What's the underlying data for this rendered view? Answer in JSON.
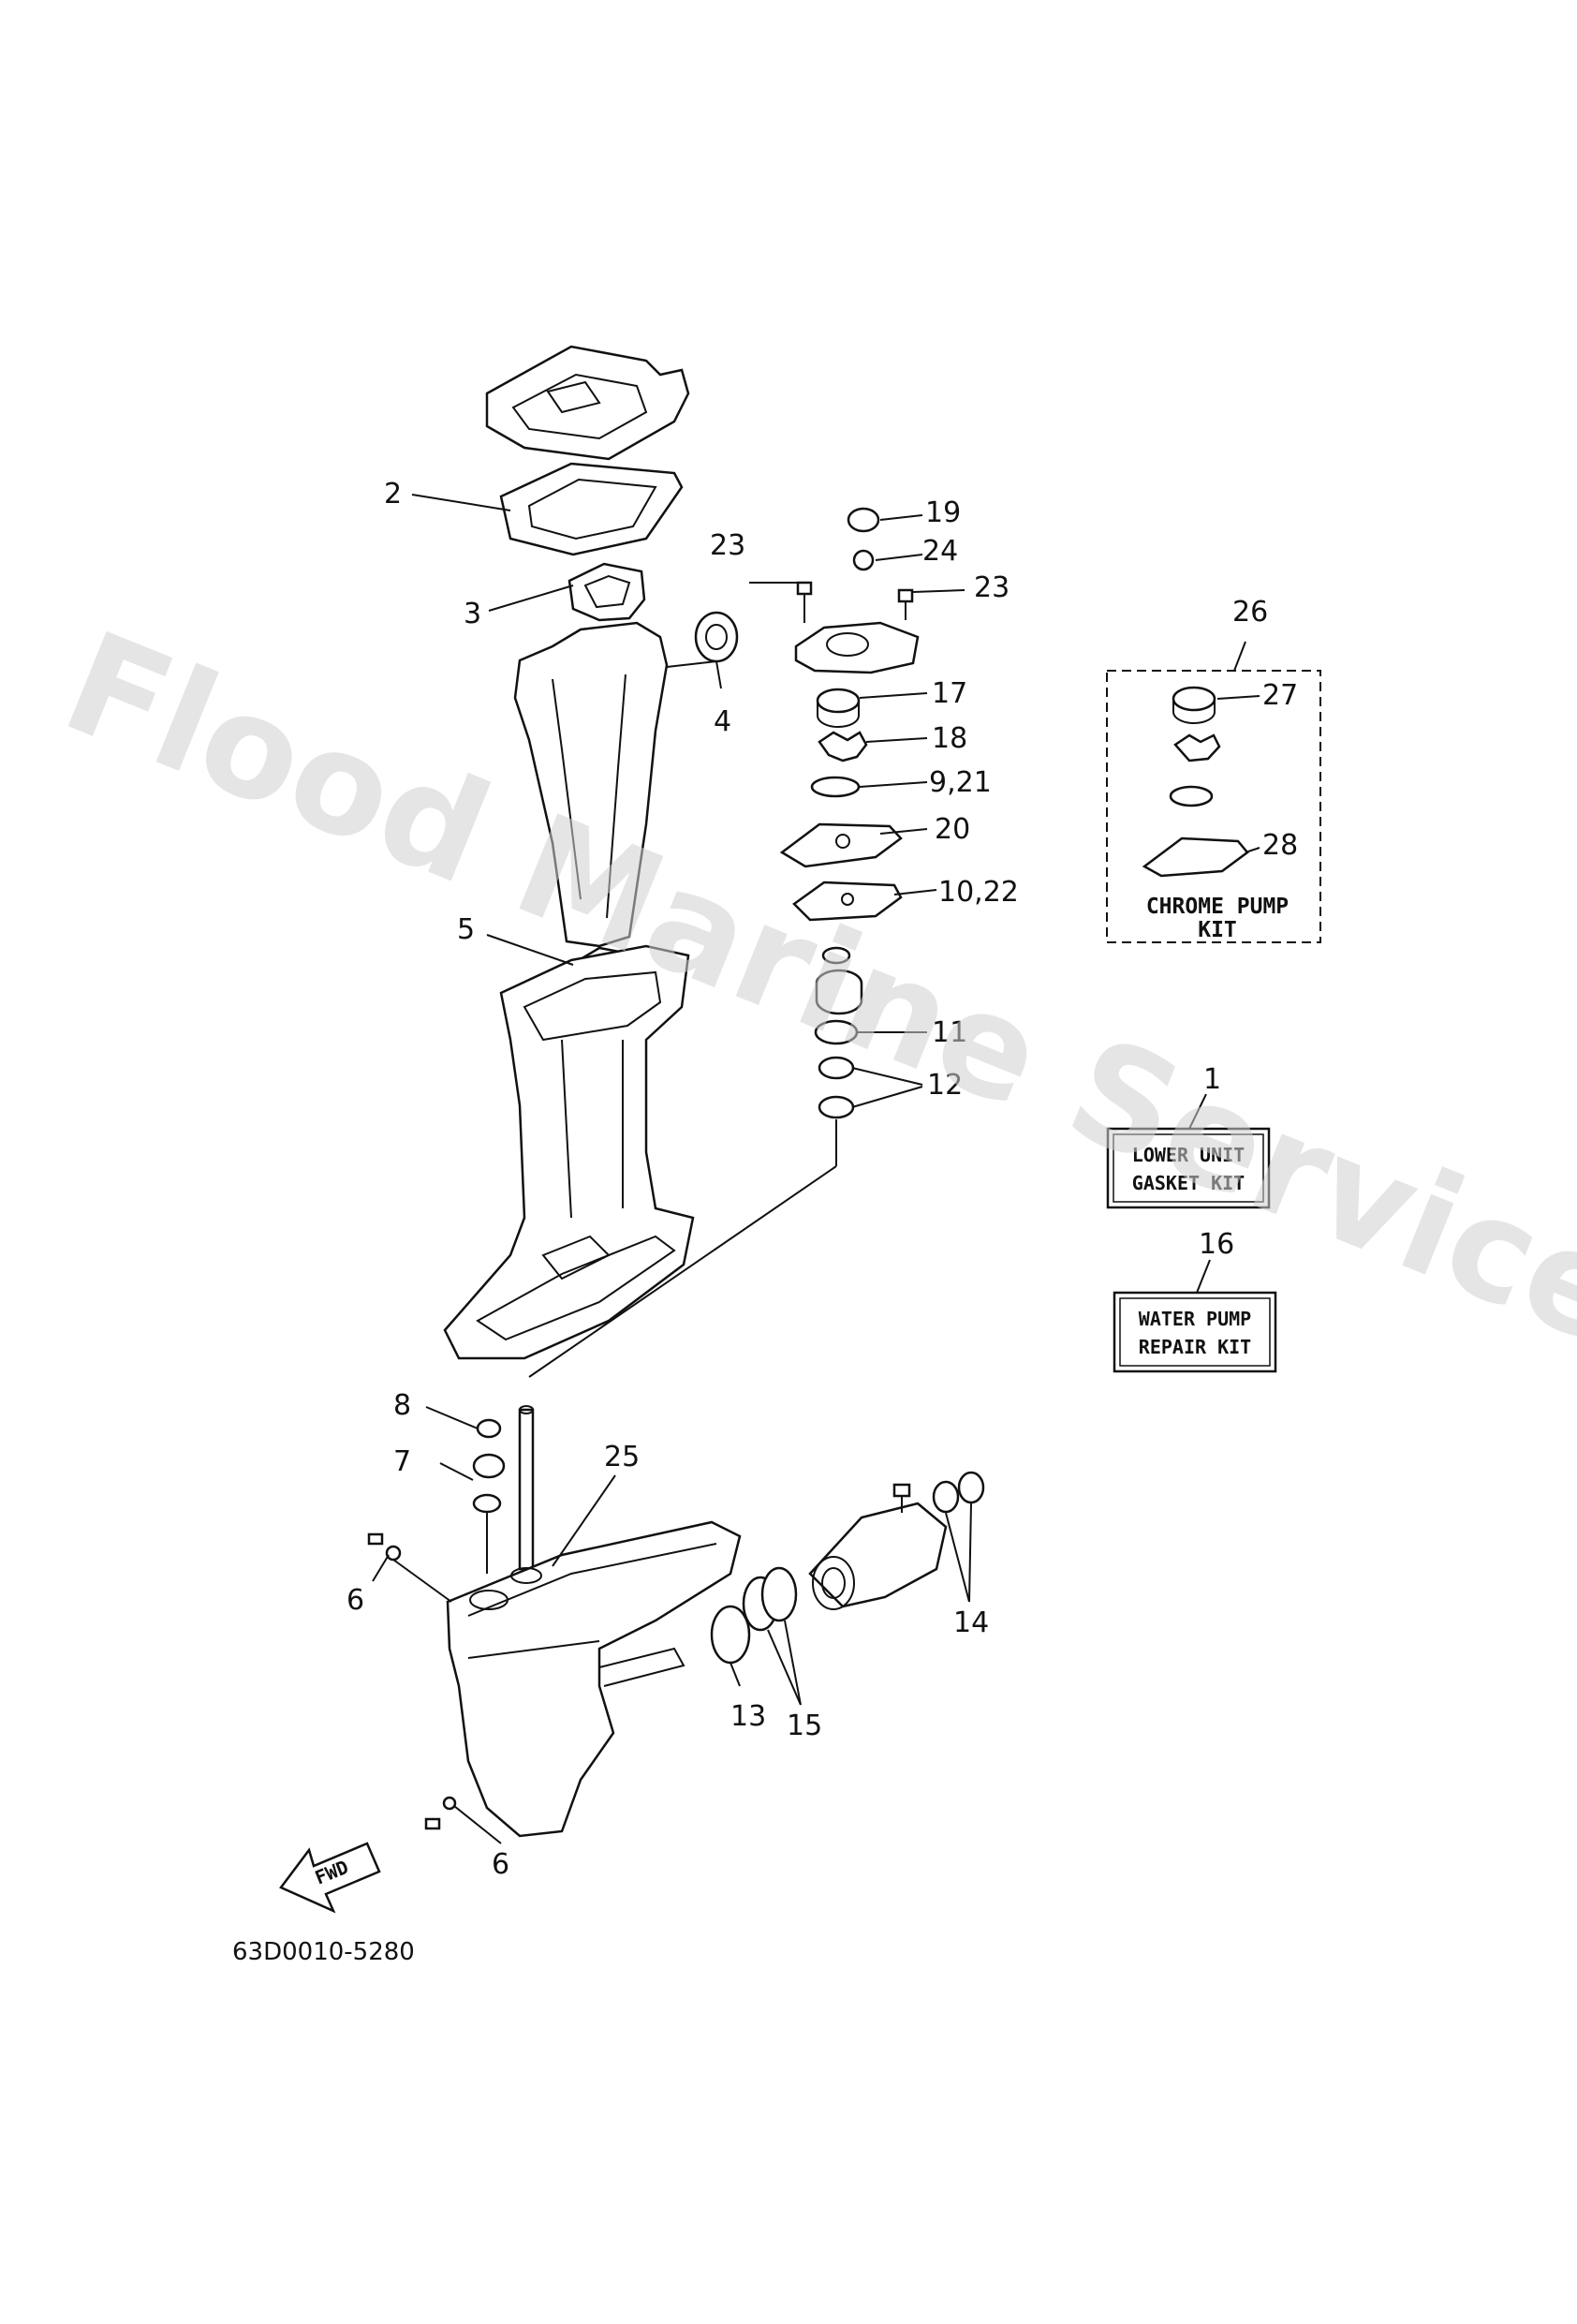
{
  "diagram": {
    "watermark": "Flood Marine Services",
    "drawing_code": "63D0010-5280",
    "fwd_label": "FWD",
    "callouts": {
      "c1": "1",
      "c2": "2",
      "c3": "3",
      "c4": "4",
      "c5": "5",
      "c6a": "6",
      "c6b": "6",
      "c7": "7",
      "c8": "8",
      "c9_21": "9,21",
      "c10_22": "10,22",
      "c11": "11",
      "c12": "12",
      "c13": "13",
      "c14": "14",
      "c15": "15",
      "c16": "16",
      "c17": "17",
      "c18": "18",
      "c19": "19",
      "c20": "20",
      "c23a": "23",
      "c23b": "23",
      "c24": "24",
      "c25": "25",
      "c26": "26",
      "c27": "27",
      "c28": "28"
    },
    "kits": {
      "lower_unit_line1": "LOWER UNIT",
      "lower_unit_line2": "GASKET KIT",
      "water_pump_line1": "WATER PUMP",
      "water_pump_line2": "REPAIR KIT",
      "chrome_pump_line1": "CHROME PUMP",
      "chrome_pump_line2": "KIT"
    }
  }
}
